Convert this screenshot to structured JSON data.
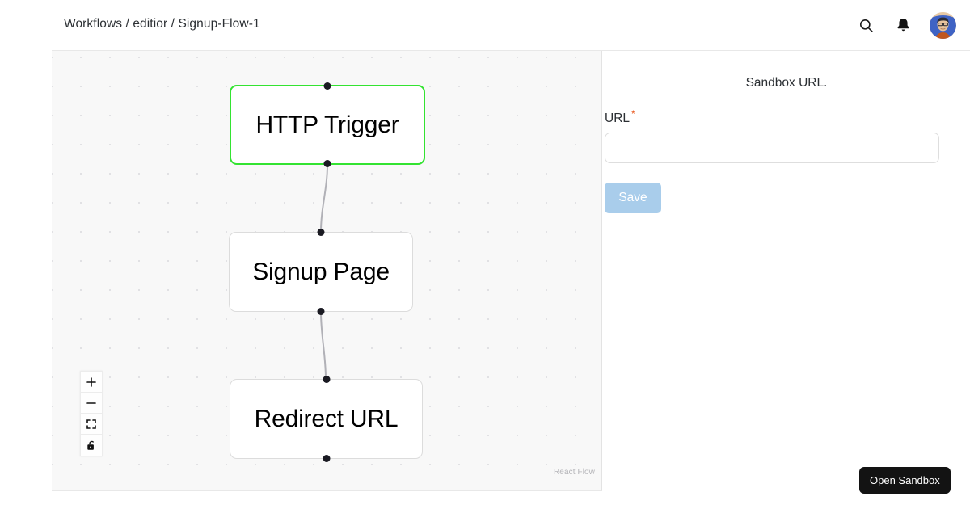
{
  "header": {
    "breadcrumb": "Workflows / editior / Signup-Flow-1",
    "search_icon": "search-icon",
    "notifications_icon": "bell-icon",
    "avatar_alt": "user-avatar"
  },
  "canvas": {
    "attribution": "React Flow",
    "controls": [
      {
        "name": "zoom-in",
        "glyph": "plus"
      },
      {
        "name": "zoom-out",
        "glyph": "minus"
      },
      {
        "name": "fit-view",
        "glyph": "fit"
      },
      {
        "name": "toggle-interactivity",
        "glyph": "unlock"
      }
    ],
    "nodes": [
      {
        "id": "http-trigger",
        "label": "HTTP Trigger",
        "selected": true
      },
      {
        "id": "signup-page",
        "label": "Signup Page",
        "selected": false
      },
      {
        "id": "redirect-url",
        "label": "Redirect URL",
        "selected": false
      }
    ],
    "edges": [
      {
        "from": "http-trigger",
        "to": "signup-page"
      },
      {
        "from": "signup-page",
        "to": "redirect-url"
      }
    ]
  },
  "panel": {
    "title": "Sandbox URL.",
    "field_label": "URL",
    "required_marker": "*",
    "url_value": "",
    "url_placeholder": "",
    "save_label": "Save"
  },
  "footer": {
    "open_sandbox_label": "Open Sandbox"
  },
  "colors": {
    "selected_node_border": "#33e331",
    "save_button": "#a9cdeb",
    "required_star": "#e8591f",
    "open_sandbox_bg": "#131313",
    "canvas_bg": "#f8f8f8"
  }
}
